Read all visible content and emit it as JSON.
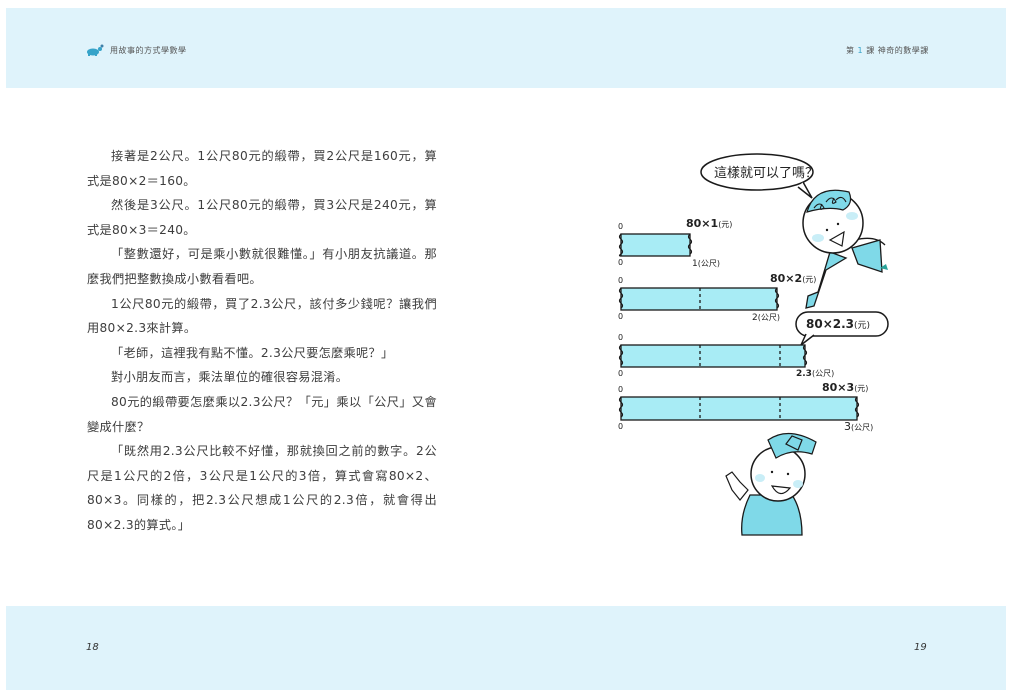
{
  "header": {
    "left_logo_icon": "turtle-logo-icon",
    "left_title": "用故事的方式學數學",
    "right_lesson_prefix": "第",
    "right_lesson_number": "1",
    "right_lesson_suffix": "課",
    "right_lesson_title": "神奇的數學課"
  },
  "body": {
    "paragraphs": [
      {
        "text": "接著是2公尺。1公尺80元的緞帶，買2公尺是160元，算式是80×2＝160。",
        "indent": true
      },
      {
        "text": "然後是3公尺。1公尺80元的緞帶，買3公尺是240元，算式是80×3＝240。",
        "indent": true
      },
      {
        "text": "「整數還好，可是乘小數就很難懂。」有小朋友抗議道。那麼我們把整數換成小數看看吧。",
        "indent": true
      },
      {
        "text": "1公尺80元的緞帶，買了2.3公尺，該付多少錢呢？讓我們用80×2.3來計算。",
        "indent": true
      },
      {
        "text": "「老師，這裡我有點不懂。2.3公尺要怎麼乘呢？」",
        "indent": true
      },
      {
        "text": "對小朋友而言，乘法單位的確很容易混淆。",
        "indent": true
      },
      {
        "text": "80元的緞帶要怎麼乘以2.3公尺？「元」乘以「公尺」又會變成什麼？",
        "indent": true
      },
      {
        "text": "「既然用2.3公尺比較不好懂，那就換回之前的數字。2公尺是1公尺的2倍，3公尺是1公尺的3倍，算式會寫80×2、80×3。同樣的，把2.3公尺想成1公尺的2.3倍，就會得出80×2.3的算式。」",
        "indent": true
      }
    ]
  },
  "illustration": {
    "speech_bubble_top": "這樣就可以了嗎？",
    "speech_bubble_mid": "80×2.3",
    "speech_bubble_mid_unit": "(元)",
    "bars": [
      {
        "price_label": "80×1",
        "price_unit": "(元)",
        "length_label": "1",
        "length_unit": "(公尺)",
        "zero_top": "0",
        "zero_bottom": "0"
      },
      {
        "price_label": "80×2",
        "price_unit": "(元)",
        "length_label": "2",
        "length_unit": "(公尺)",
        "zero_top": "0",
        "zero_bottom": "0"
      },
      {
        "price_label": "",
        "price_unit": "",
        "length_label": "2.3",
        "length_unit": "(公尺)",
        "zero_top": "0",
        "zero_bottom": "0"
      },
      {
        "price_label": "80×3",
        "price_unit": "(元)",
        "length_label": "3",
        "length_unit": "(公尺)",
        "zero_top": "0",
        "zero_bottom": "0"
      }
    ],
    "colors": {
      "ribbon": "#a8ecf5",
      "character": "#7fd9e8",
      "outline": "#1a1a1a",
      "cheek": "#c9eef7"
    }
  },
  "footer": {
    "left_page_number": "18",
    "right_page_number": "19"
  },
  "colors": {
    "band_background": "#dff3fb",
    "accent": "#36a3c9",
    "text": "#3d3d3d"
  }
}
